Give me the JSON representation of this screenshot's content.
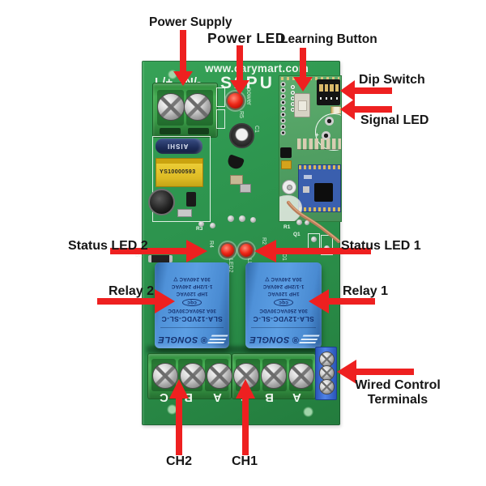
{
  "labels": {
    "power_supply": "Power Supply",
    "power_led": "Power LED",
    "learning_button": "Learning Button",
    "dip_switch": "Dip Switch",
    "signal_led": "Signal LED",
    "status_led_2": "Status LED 2",
    "status_led_1": "Status LED 1",
    "relay_2": "Relay 2",
    "relay_1": "Relay 1",
    "wired_control_line1": "Wired Control",
    "wired_control_line2": "Terminals",
    "ch2": "CH2",
    "ch1": "CH1"
  },
  "pcb": {
    "website": "www.carymart.com",
    "model": "S2PU",
    "input_labels": {
      "live": "L/+",
      "neutral": "N/-"
    },
    "power_led_silk": "power",
    "transformer_code": "YS10000593",
    "capacitor_brand": "AISHI",
    "silkscreen": {
      "r5": "R5",
      "c1": "C1",
      "r3": "R3",
      "r4": "R4",
      "r2": "R2",
      "r1": "R1",
      "q1": "Q1",
      "d1": "D1",
      "d2": "D2",
      "led2": "LED2",
      "led1": "LED1",
      "plus": "+"
    },
    "relay": {
      "brand": "SONGLE",
      "reg": "®",
      "model": "SLA-12VDC-SL-C",
      "rating_main": "30A 250VAC30VDC",
      "cert": "cqc",
      "rating_1hp": "1HP 120VAC",
      "rating_15hp": "1-1/2HP 240VAC",
      "rating_30a": "30A 240VAC ▽"
    },
    "output_terminals": {
      "c": "C",
      "b": "B",
      "a": "A"
    }
  },
  "colors": {
    "arrow_red": "#ee2020",
    "pcb_green": "#2e9750",
    "relay_blue": "#4f91d8",
    "led_red": "#ee2919"
  }
}
